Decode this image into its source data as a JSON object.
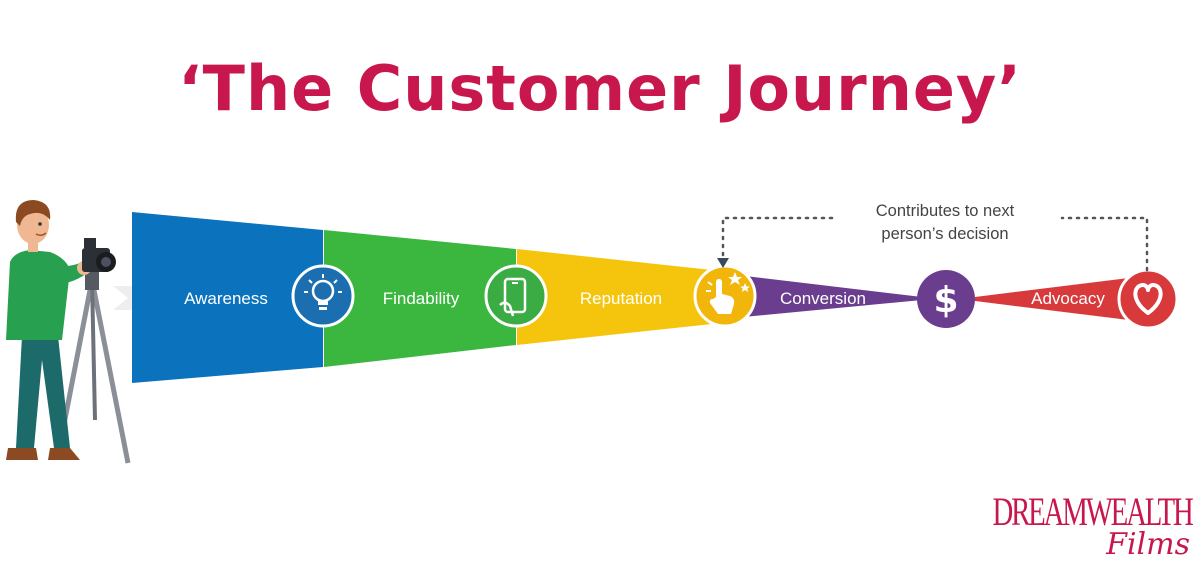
{
  "title": "‘The Customer Journey’",
  "stages": [
    {
      "label": "Awareness",
      "color": "#0b72bd",
      "icon": "lightbulb-icon"
    },
    {
      "label": "Findability",
      "color": "#3bb73f",
      "icon": "smartphone-icon"
    },
    {
      "label": "Reputation",
      "color": "#f5c50e",
      "icon": "star-click-icon"
    },
    {
      "label": "Conversion",
      "color": "#6b3d8f",
      "icon": "dollar-icon"
    },
    {
      "label": "Advocacy",
      "color": "#d83a3c",
      "icon": "heart-icon"
    }
  ],
  "feedback_note": {
    "line1": "Contributes to next",
    "line2": "person’s decision"
  },
  "brand": {
    "line1": "DREAMWEALTH",
    "line2": "Films",
    "color": "#c8174d"
  }
}
